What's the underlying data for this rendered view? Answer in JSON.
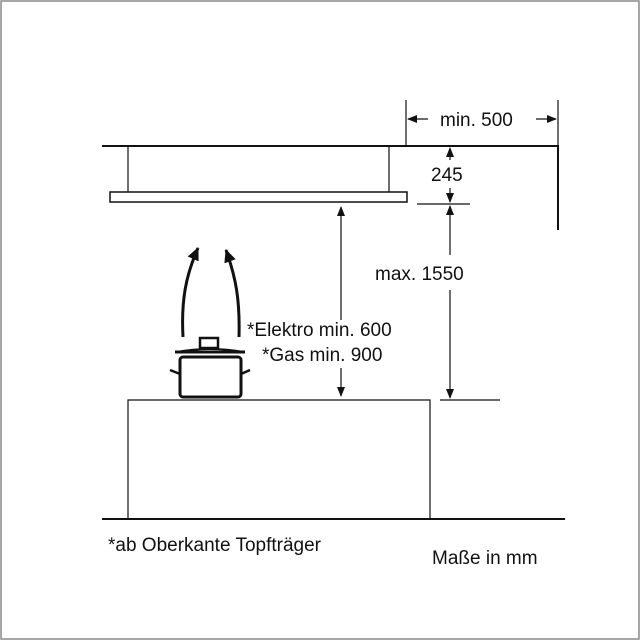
{
  "dimensions": {
    "min_width": "min. 500",
    "hood_height": "245",
    "max_height": "max. 1550",
    "electric_min": "*Elektro min. 600",
    "gas_min": "*Gas min. 900"
  },
  "footnote": "*ab Oberkante Topfträger",
  "units_note": "Maße in mm"
}
